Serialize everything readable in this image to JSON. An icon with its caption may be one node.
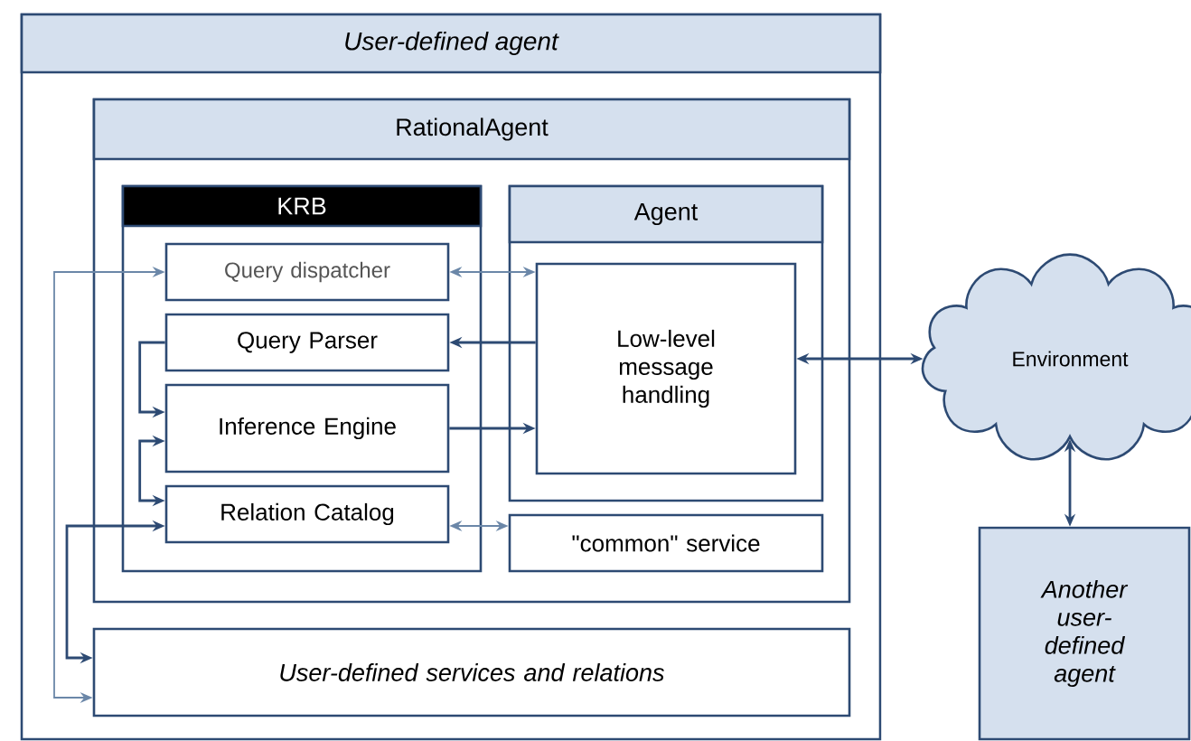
{
  "diagram": {
    "nodes": [
      {
        "text": [
          "User-defined agent"
        ]
      },
      {
        "text": [
          "RationalAgent"
        ],
        "in": 0
      },
      {
        "text": [
          "KRB"
        ],
        "in": 1
      },
      {
        "text": [
          "Query dispatcher"
        ],
        "in": 2
      },
      {
        "text": [
          "Query Parser"
        ],
        "in": 2
      },
      {
        "text": [
          "Inference Engine"
        ],
        "in": 2
      },
      {
        "text": [
          "Relation Catalog"
        ],
        "in": 2
      },
      {
        "text": [
          "Agent"
        ],
        "in": 1
      },
      {
        "text": [
          "Low-level message handling"
        ],
        "in": 7
      },
      {
        "text": [
          "\"common\" service"
        ],
        "in": 1
      },
      {
        "text": [
          "User-defined services and relations"
        ],
        "in": 0
      },
      {
        "text": [
          "Environment"
        ]
      },
      {
        "text": [
          "Another user-defined agent"
        ]
      }
    ],
    "edges": [
      {
        "from": 3,
        "to": 8,
        "arrow": "both",
        "color": "#6b87a8"
      },
      {
        "from": 8,
        "to": 4,
        "arrow": "to"
      },
      {
        "from": 5,
        "to": 8,
        "arrow": "to"
      },
      {
        "from": 6,
        "to": 9,
        "arrow": "both",
        "color": "#6b87a8"
      },
      {
        "from": 4,
        "to": 5,
        "arrow": "to"
      },
      {
        "from": 5,
        "to": 6,
        "arrow": "both"
      },
      {
        "from": 3,
        "to": 10,
        "arrow": "both",
        "color": "#6b87a8"
      },
      {
        "from": 6,
        "to": 10,
        "arrow": "both"
      },
      {
        "from": 8,
        "to": 11,
        "arrow": "both"
      },
      {
        "from": 11,
        "to": 12,
        "arrow": "both"
      }
    ]
  }
}
